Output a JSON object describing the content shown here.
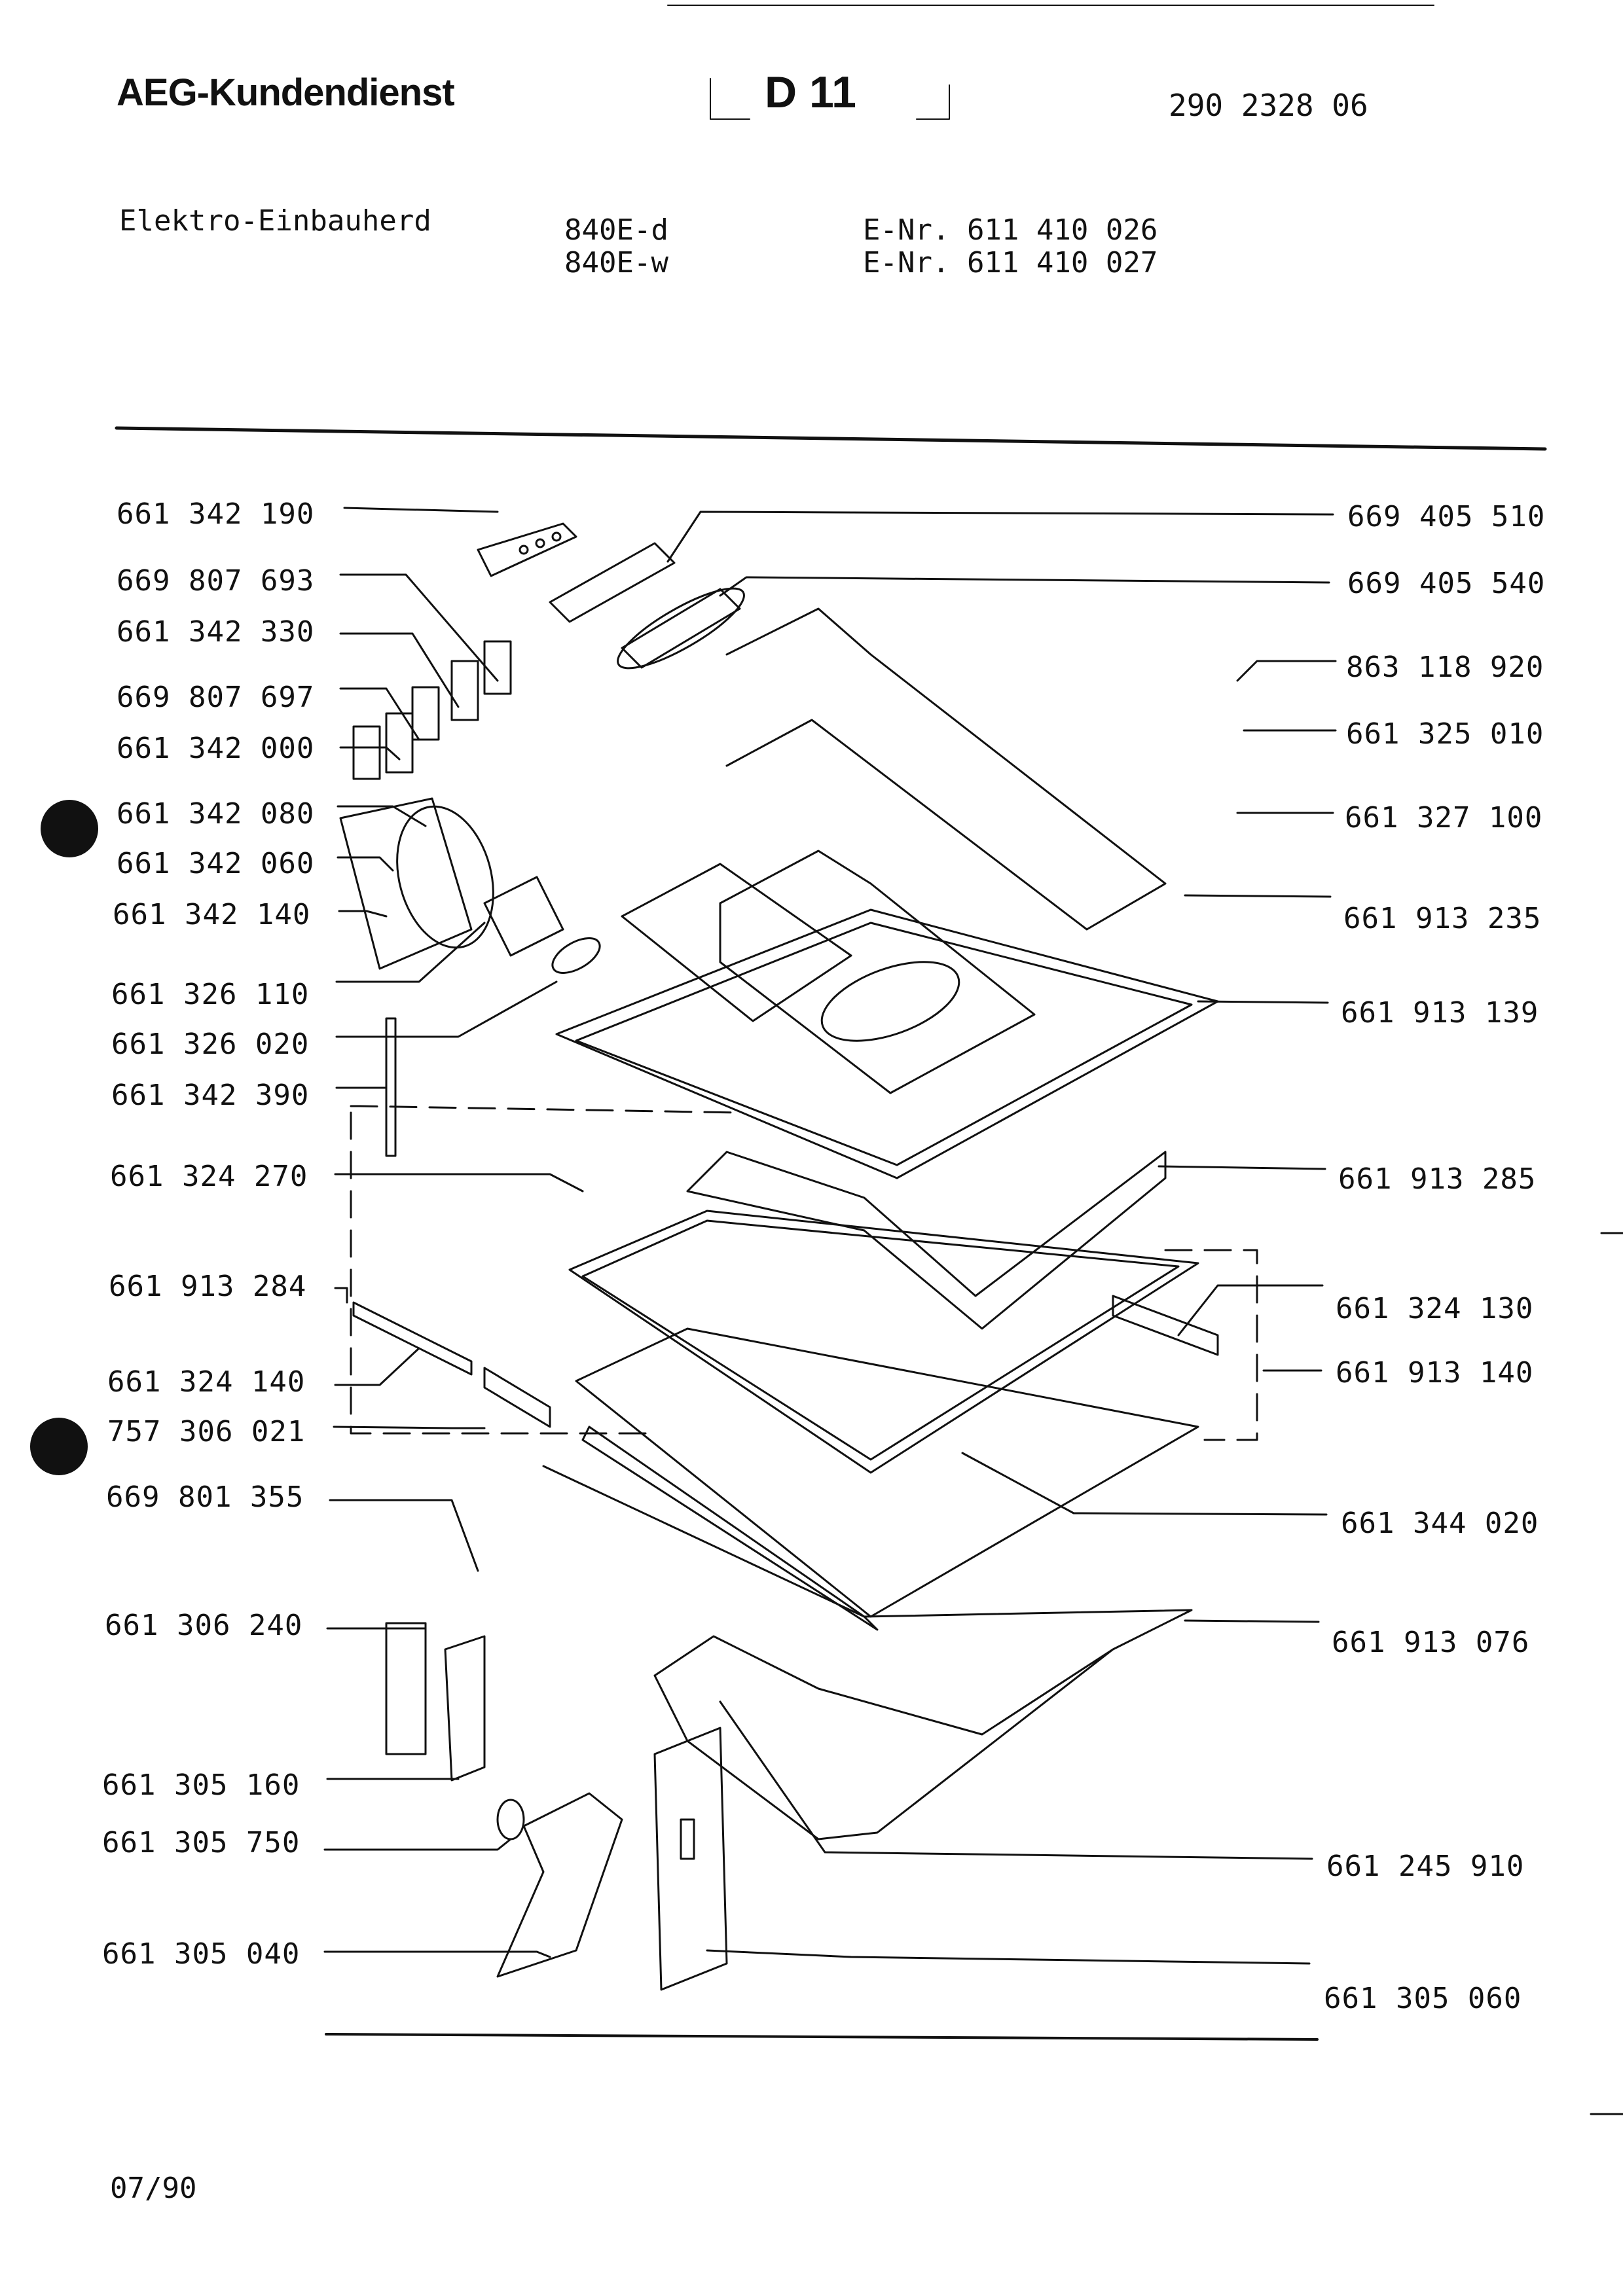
{
  "header": {
    "brand": "AEG-Kundendienst",
    "section": "D 11",
    "doc_number": "290 2328 06"
  },
  "appliance": {
    "type": "Elektro-Einbauherd",
    "models": [
      {
        "model": "840E-d",
        "e_nr": "E-Nr. 611 410 026"
      },
      {
        "model": "840E-w",
        "e_nr": "E-Nr. 611 410 027"
      }
    ]
  },
  "parts_left": [
    "661 342 190",
    "669 807 693",
    "661 342 330",
    "669 807 697",
    "661 342 000",
    "661 342 080",
    "661 342 060",
    "661 342 140",
    "661 326 110",
    "661 326 020",
    "661 342 390",
    "661 324 270",
    "661 913 284",
    "661 324 140",
    "757 306 021",
    "669 801 355",
    "661 306 240",
    "661 305 160",
    "661 305 750",
    "661 305 040"
  ],
  "parts_right": [
    "669 405 510",
    "669 405 540",
    "863 118 920",
    "661 325 010",
    "661 327 100",
    "661 913 235",
    "661 913 139",
    "661 913 285",
    "661 324 130",
    "661 913 140",
    "661 344 020",
    "661 913 076",
    "661 245 910",
    "661 305 060"
  ],
  "footer": {
    "date": "07/90"
  },
  "colors": {
    "ink": "#111111",
    "paper": "#ffffff"
  }
}
